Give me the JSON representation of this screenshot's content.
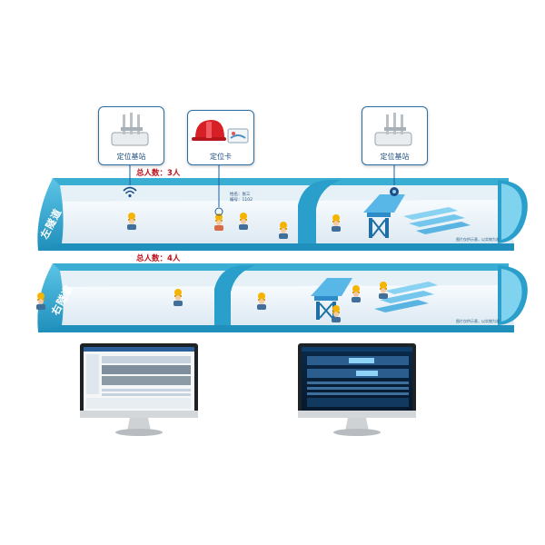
{
  "callouts": {
    "base_station_left": "定位基站",
    "locator_card": "定位卡",
    "base_station_right": "定位基站"
  },
  "tunnels": {
    "left": {
      "name": "左隧道",
      "count_label": "总人数：3人"
    },
    "right": {
      "name": "右隧道",
      "count_label": "总人数：4人"
    }
  },
  "worker_tag": {
    "line1": "姓名：张三",
    "line2": "编号：1102"
  },
  "footnote": "图片仅供示意，以实物为准",
  "colors": {
    "tunnel_blue": "#3aaed2",
    "tunnel_dark": "#1b7fa6",
    "floor": "#eef5fa",
    "alert_red": "#c0131b",
    "helmet_yellow": "#f5b400",
    "beam_blue": "#59b7e8"
  },
  "icons": [
    "antenna-icon",
    "helmet-icon",
    "locator-card-icon",
    "wifi-signal-icon",
    "worker-icon",
    "monitor-icon"
  ]
}
